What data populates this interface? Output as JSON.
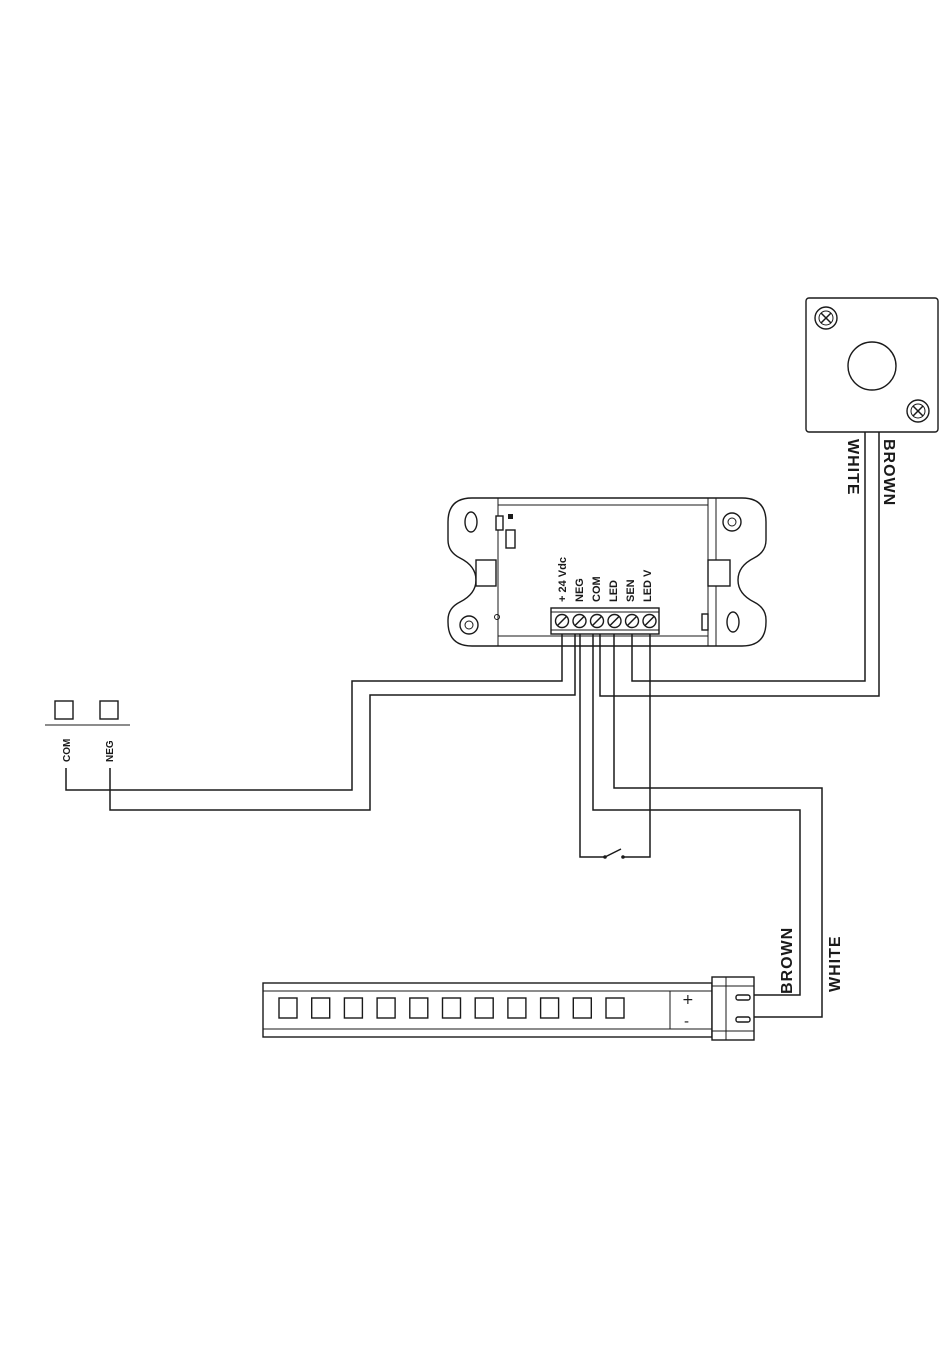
{
  "controller": {
    "terminals": [
      "+ 24 Vdc",
      "NEG",
      "COM",
      "LED",
      "SEN",
      "LED V"
    ]
  },
  "input_terminals": [
    "COM",
    "NEG"
  ],
  "sensor": {
    "wire_labels": [
      "WHITE",
      "BROWN"
    ]
  },
  "led_strip": {
    "led_count": 11,
    "wire_labels": [
      "BROWN",
      "WHITE"
    ],
    "polarity": [
      "+",
      "-"
    ]
  }
}
